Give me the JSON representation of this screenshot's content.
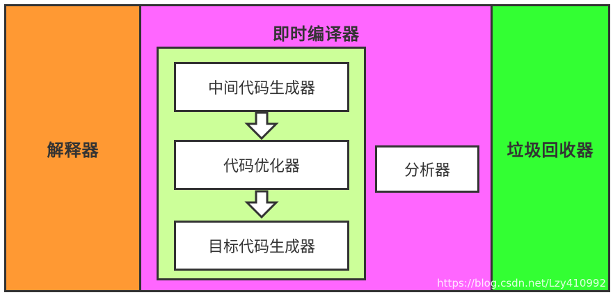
{
  "colors": {
    "interpreter_bg": "#ff9933",
    "jit_bg": "#ff66ff",
    "inner_bg": "#ccff99",
    "gc_bg": "#33ff33",
    "border": "#333333",
    "box_bg": "#ffffff"
  },
  "interpreter": {
    "label": "解释器"
  },
  "jit": {
    "title": "即时编译器",
    "pipeline": [
      {
        "label": "中间代码生成器"
      },
      {
        "label": "代码优化器"
      },
      {
        "label": "目标代码生成器"
      }
    ],
    "analyzer": {
      "label": "分析器"
    }
  },
  "gc": {
    "label": "垃圾回收器"
  },
  "watermark": "https://blog.csdn.net/Lzy410992",
  "icons": {
    "flow_arrow": "down-arrow-icon"
  }
}
